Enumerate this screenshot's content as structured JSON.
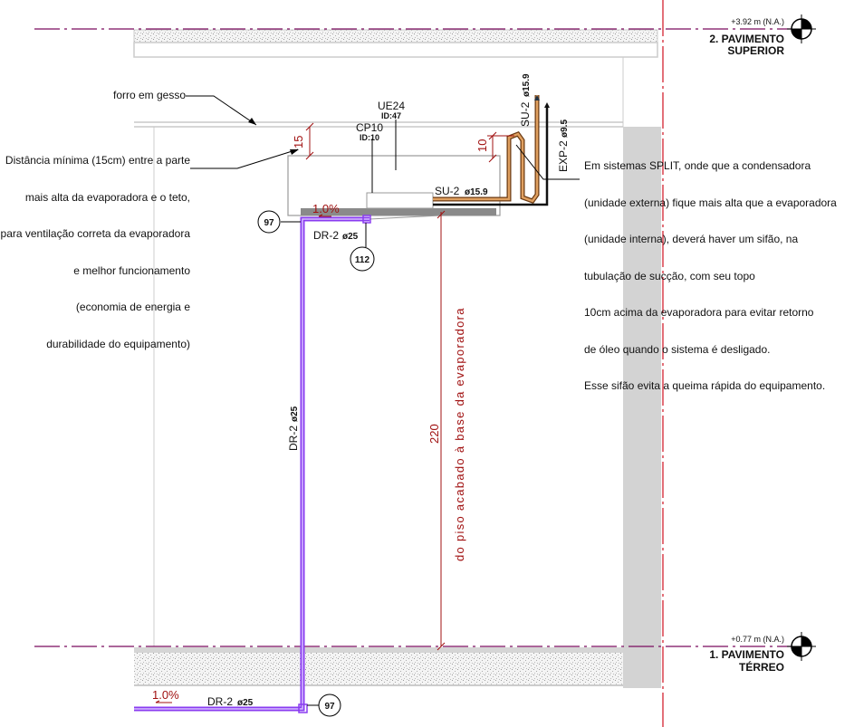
{
  "levels": {
    "upper": {
      "elevation": "+3.92 m (N.A.)",
      "name_line1": "2. PAVIMENTO",
      "name_line2": "SUPERIOR"
    },
    "lower": {
      "elevation": "+0.77 m (N.A.)",
      "name_line1": "1. PAVIMENTO",
      "name_line2": "TÉRREO"
    }
  },
  "labels": {
    "ceiling": "forro em gesso",
    "clearance_note": [
      "Distância mínima (15cm) entre a parte",
      "mais alta da evaporadora e o teto,",
      "para ventilação correta da evaporadora",
      "e melhor funcionamento",
      "(economia de energia e",
      "durabilidade do equipamento)"
    ],
    "split_note": [
      "Em sistemas SPLIT, onde que a condensadora",
      "(unidade externa) fique mais alta que a evaporadora",
      "(unidade interna), deverá haver um sifão, na",
      "tubulação de sucção, com seu topo",
      "10cm acima da evaporadora para evitar retorno",
      "de óleo quando o sistema é desligado.",
      "Esse sifão evita a queima rápida do equipamento."
    ],
    "unit": {
      "name": "UE24",
      "id": "ID:47"
    },
    "control": {
      "name": "CP10",
      "id": "ID:10"
    },
    "suction_h": {
      "code": "SU-2",
      "dia": "ø15.9"
    },
    "suction_v": {
      "code": "SU-2",
      "dia": "ø15.9"
    },
    "expansion": {
      "code": "EXP-2",
      "dia": "ø9.5"
    },
    "drain_top": {
      "code": "DR-2",
      "dia": "ø25"
    },
    "drain_vert": {
      "code": "DR-2",
      "dia": "ø25"
    },
    "drain_bottom": {
      "code": "DR-2",
      "dia": "ø25"
    },
    "slope_top": "1.0%",
    "slope_bottom": "1.0%",
    "dim_ceiling": "15",
    "dim_siphon": "10",
    "dim_height": "220",
    "dim_height_text": "do piso acabado à base da evaporadora",
    "tag_97_top": "97",
    "tag_112": "112",
    "tag_97_bottom": "97"
  },
  "colors": {
    "level_line": "#7a0b5e",
    "dimension": "#a01010",
    "drain": "#8a3cf0",
    "suction": "#c98a4a",
    "wall": "#d3d3d3"
  }
}
